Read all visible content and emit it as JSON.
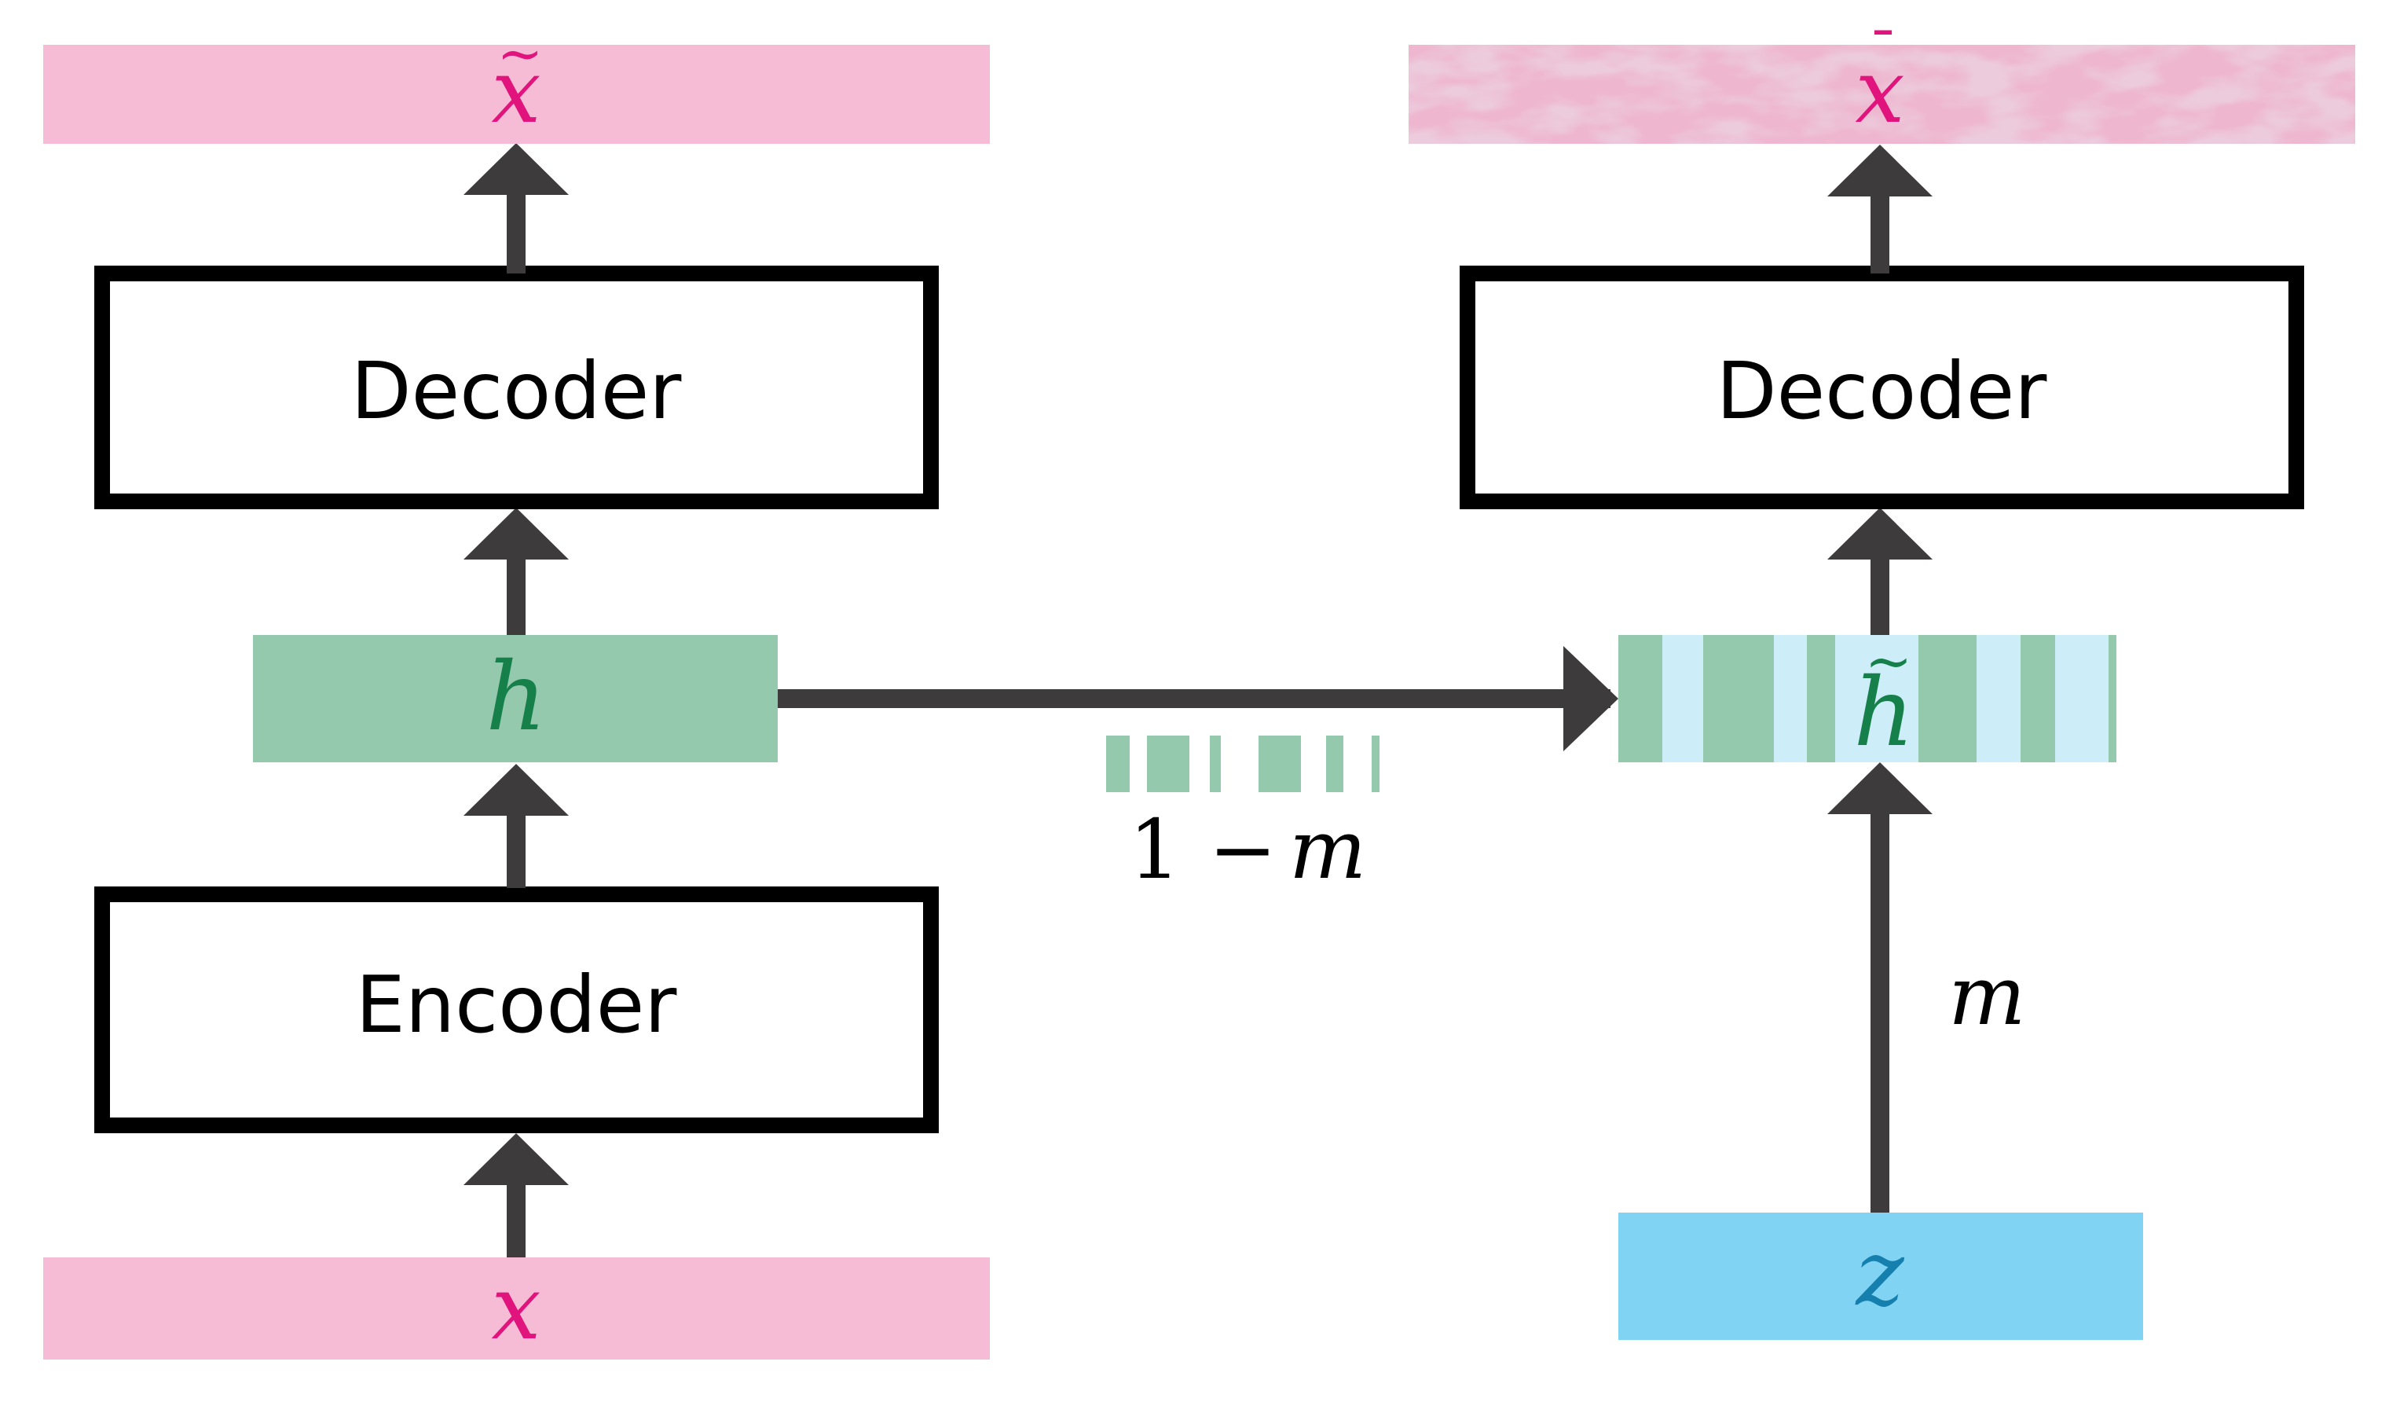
{
  "diagram": {
    "left": {
      "input_label": "x",
      "encoder_label": "Encoder",
      "latent_label": "h",
      "decoder_label": "Decoder",
      "output_label": "x",
      "output_accent": "~"
    },
    "right": {
      "noise_label": "z",
      "mask_label": "m",
      "mixed_latent_label": "h",
      "mixed_latent_accent": "~",
      "decoder_label": "Decoder",
      "output_label": "x",
      "output_accent": "¯"
    },
    "middle": {
      "one": "1",
      "minus": "−",
      "mask_var": "m"
    }
  },
  "colors": {
    "data_pink": "#f6bcd6",
    "data_text": "#e0147c",
    "latent_green": "#94c9ad",
    "latent_text": "#15804a",
    "noise_blue": "#80d3f3",
    "noise_text": "#157fae",
    "mask_light_blue": "#cdedf9",
    "noisy_output": "#d69ab5",
    "arrow": "#3d3b3c",
    "box_border": "#000000"
  }
}
